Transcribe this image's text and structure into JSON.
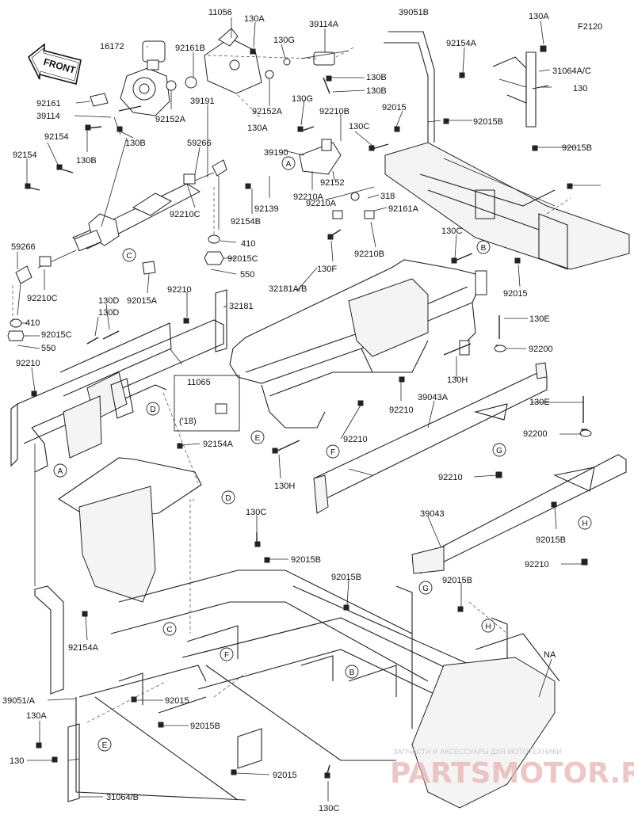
{
  "figure_code": "F2120",
  "front_label": "FRONT",
  "parts": [
    {
      "key": "p11056",
      "text": "11056"
    },
    {
      "key": "p130A_1",
      "text": "130A"
    },
    {
      "key": "p39114A",
      "text": "39114A"
    },
    {
      "key": "p39051B",
      "text": "39051B"
    },
    {
      "key": "p130A_2",
      "text": "130A"
    },
    {
      "key": "p16172",
      "text": "16172"
    },
    {
      "key": "p130G_1",
      "text": "130G"
    },
    {
      "key": "p92154A_1",
      "text": "92154A"
    },
    {
      "key": "p31064AC",
      "text": "31064A/C"
    },
    {
      "key": "p92161B",
      "text": "92161B"
    },
    {
      "key": "p130B_1",
      "text": "130B"
    },
    {
      "key": "p130_1",
      "text": "130"
    },
    {
      "key": "p130B_2",
      "text": "130B"
    },
    {
      "key": "p92161",
      "text": "92161"
    },
    {
      "key": "p39191",
      "text": "39191"
    },
    {
      "key": "p130G_2",
      "text": "130G"
    },
    {
      "key": "p92152A_1",
      "text": "92152A"
    },
    {
      "key": "p92152A_2",
      "text": "92152A"
    },
    {
      "key": "p92210B",
      "text": "92210B"
    },
    {
      "key": "p92015_1",
      "text": "92015"
    },
    {
      "key": "p39114",
      "text": "39114"
    },
    {
      "key": "p130B_3",
      "text": "130B"
    },
    {
      "key": "p92015B_1",
      "text": "92015B"
    },
    {
      "key": "p130A_3",
      "text": "130A"
    },
    {
      "key": "p130C_1",
      "text": "130C"
    },
    {
      "key": "p92154_1",
      "text": "92154"
    },
    {
      "key": "p130B_4",
      "text": "130B"
    },
    {
      "key": "p59266_1",
      "text": "59266"
    },
    {
      "key": "p39190",
      "text": "39190"
    },
    {
      "key": "p92015B_2",
      "text": "92015B"
    },
    {
      "key": "p92154_2",
      "text": "92154"
    },
    {
      "key": "p92152",
      "text": "92152"
    },
    {
      "key": "p92210A_1",
      "text": "92210A"
    },
    {
      "key": "p318",
      "text": "318"
    },
    {
      "key": "p92210C_1",
      "text": "92210C"
    },
    {
      "key": "p92139",
      "text": "92139"
    },
    {
      "key": "p92210A_2",
      "text": "92210A"
    },
    {
      "key": "p92161A",
      "text": "92161A"
    },
    {
      "key": "p92154B",
      "text": "92154B"
    },
    {
      "key": "p130C_2",
      "text": "130C"
    },
    {
      "key": "p410_1",
      "text": "410"
    },
    {
      "key": "p92210B_2",
      "text": "92210B"
    },
    {
      "key": "p59266_2",
      "text": "59266"
    },
    {
      "key": "p92015C_1",
      "text": "92015C"
    },
    {
      "key": "p130F",
      "text": "130F"
    },
    {
      "key": "p550_1",
      "text": "550"
    },
    {
      "key": "p92015_2",
      "text": "92015"
    },
    {
      "key": "p92210C_2",
      "text": "92210C"
    },
    {
      "key": "p92015A",
      "text": "92015A"
    },
    {
      "key": "p32181AB",
      "text": "32181A/B"
    },
    {
      "key": "p130D_1",
      "text": "130D"
    },
    {
      "key": "p92210_1",
      "text": "92210"
    },
    {
      "key": "p410_2",
      "text": "410"
    },
    {
      "key": "p130D_2",
      "text": "130D"
    },
    {
      "key": "p32181",
      "text": "32181"
    },
    {
      "key": "p130E_1",
      "text": "130E"
    },
    {
      "key": "p92015C_2",
      "text": "92015C"
    },
    {
      "key": "p550_2",
      "text": "550"
    },
    {
      "key": "p92200_1",
      "text": "92200"
    },
    {
      "key": "p92210_2",
      "text": "92210"
    },
    {
      "key": "p130H_1",
      "text": "130H"
    },
    {
      "key": "p11065",
      "text": "11065"
    },
    {
      "key": "p92210_3",
      "text": "92210"
    },
    {
      "key": "p39043A",
      "text": "39043A"
    },
    {
      "key": "p130E_2",
      "text": "130E"
    },
    {
      "key": "p18",
      "text": "('18)"
    },
    {
      "key": "p92200_2",
      "text": "92200"
    },
    {
      "key": "p92210_4",
      "text": "92210"
    },
    {
      "key": "p92154A_2",
      "text": "92154A"
    },
    {
      "key": "p130H_2",
      "text": "130H"
    },
    {
      "key": "p92210_5",
      "text": "92210"
    },
    {
      "key": "p39043",
      "text": "39043"
    },
    {
      "key": "p130C_3",
      "text": "130C"
    },
    {
      "key": "p92015B_3",
      "text": "92015B"
    },
    {
      "key": "p92015B_4",
      "text": "92015B"
    },
    {
      "key": "p92210_6",
      "text": "92210"
    },
    {
      "key": "p92015B_5",
      "text": "92015B"
    },
    {
      "key": "p92015B_6",
      "text": "92015B"
    },
    {
      "key": "p92154A_3",
      "text": "92154A"
    },
    {
      "key": "pNA",
      "text": "NA"
    },
    {
      "key": "p39051A",
      "text": "39051/A"
    },
    {
      "key": "p92015_3",
      "text": "92015"
    },
    {
      "key": "p130A_4",
      "text": "130A"
    },
    {
      "key": "p92015B_7",
      "text": "92015B"
    },
    {
      "key": "p130_2",
      "text": "130"
    },
    {
      "key": "p92015_4",
      "text": "92015"
    },
    {
      "key": "p31064B",
      "text": "31064/B"
    },
    {
      "key": "p130C_4",
      "text": "130C"
    }
  ],
  "callouts": [
    "A",
    "B",
    "C",
    "D",
    "E",
    "F",
    "G",
    "H"
  ],
  "watermark": {
    "small": "ЗАПЧАСТИ И АКСЕССУАРЫ ДЛЯ МОТОТЕХНИКИ",
    "big": "PARTSMOTOR.RU"
  }
}
